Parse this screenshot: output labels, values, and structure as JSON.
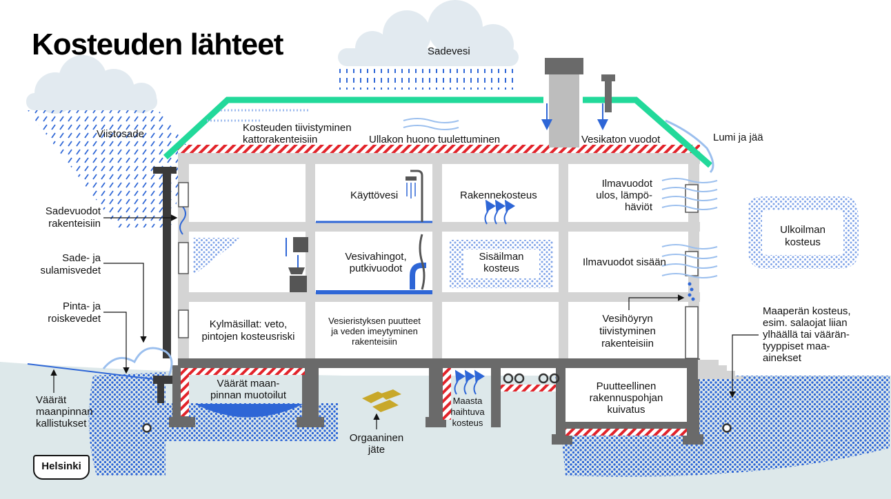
{
  "title": "Kosteuden lähteet",
  "labels": {
    "sadevesi": "Sadevesi",
    "viistosade": "Viistosade",
    "katto": [
      "Kosteuden tiivistyminen",
      "kattorakenteisiin"
    ],
    "ullakko": "Ullakon huono tuulettuminen",
    "vesikatto": "Vesikaton vuodot",
    "lumi": "Lumi ja jää",
    "sadevuodot": [
      "Sadevuodot",
      "rakenteisiin"
    ],
    "sulamisvedet": [
      "Sade- ja",
      "sulamisvedet"
    ],
    "roiskevedet": [
      "Pinta- ja",
      "roiskevedet"
    ],
    "kallistukset": [
      "Väärät",
      "maanpinnan",
      "kallistukset"
    ],
    "kayttovesi": "Käyttövesi",
    "rakennekosteus": "Rakennekosteus",
    "ilmavuodot_ulos": [
      "Ilmavuodot",
      "ulos, lämpö-",
      "häviöt"
    ],
    "ulkoilman": [
      "Ulkoilman",
      "kosteus"
    ],
    "vesivahingot": [
      "Vesivahingot,",
      "putkivuodot"
    ],
    "sisailman": [
      "Sisäilman",
      "kosteus"
    ],
    "ilmavuodot_sisaan": "Ilmavuodot sisään",
    "kylmasillat": [
      "Kylmäsillat: veto,",
      "pintojen kosteusriski"
    ],
    "vesieristys": [
      "Vesieristyksen puutteet",
      "ja veden imeytyminen",
      "rakenteisiin"
    ],
    "vesihoyry": [
      "Vesihöyryn",
      "tiivistyminen",
      "rakenteisiin"
    ],
    "maapera": [
      "Maaperän kosteus,",
      "esim. salaojat liian",
      "ylhäällä tai väärän-",
      "tyyppiset maa-",
      "ainekset"
    ],
    "muotoilut": [
      "Väärät maan-",
      "pinnan muotoilut"
    ],
    "orgaaninen": [
      "Orgaaninen",
      "jäte"
    ],
    "maasta": [
      "Maasta",
      "haihtuva",
      "kosteus"
    ],
    "kuivatus": [
      "Puutteellinen",
      "rakennuspohjan",
      "kuivatus"
    ]
  },
  "logo": "Helsinki",
  "colors": {
    "roof": "#22d99a",
    "water": "#2e66d6",
    "frame": "#d4d4d4",
    "ground": "#dde8ea",
    "dark": "#555555",
    "hatch": "#e2232a"
  }
}
